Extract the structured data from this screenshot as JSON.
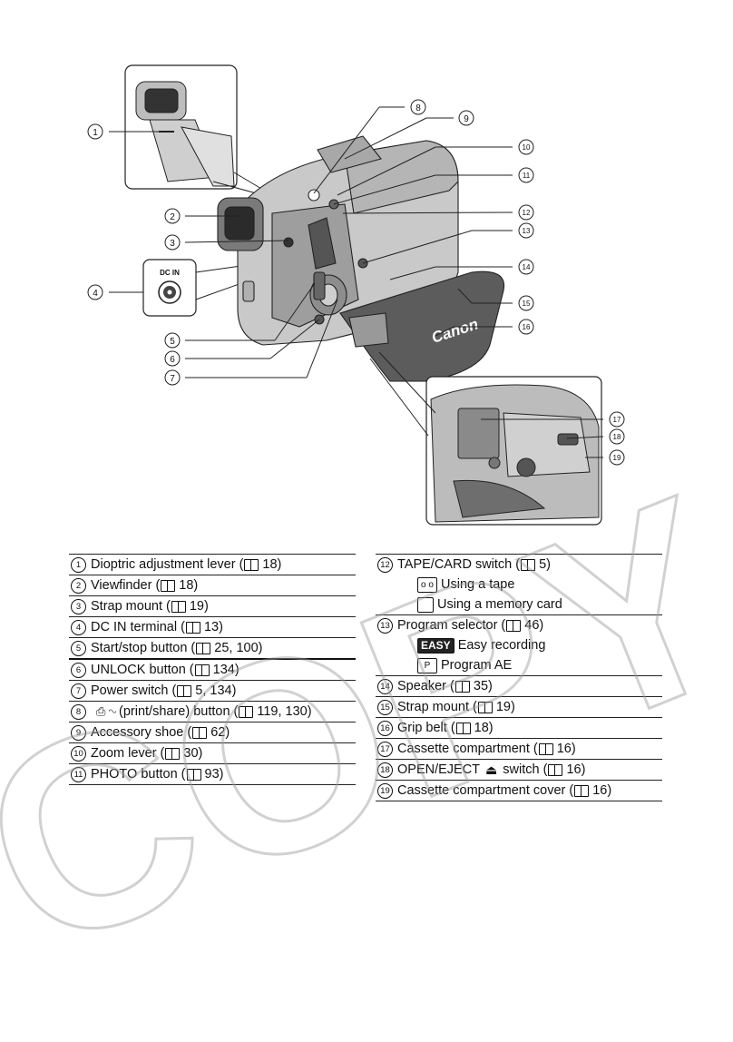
{
  "diagram": {
    "callouts": [
      {
        "num": "1"
      },
      {
        "num": "2"
      },
      {
        "num": "3"
      },
      {
        "num": "4"
      },
      {
        "num": "5"
      },
      {
        "num": "6"
      },
      {
        "num": "7"
      },
      {
        "num": "8"
      },
      {
        "num": "9"
      },
      {
        "num": "10"
      },
      {
        "num": "11"
      },
      {
        "num": "12"
      },
      {
        "num": "13"
      },
      {
        "num": "14"
      },
      {
        "num": "15"
      },
      {
        "num": "16"
      },
      {
        "num": "17"
      },
      {
        "num": "18"
      },
      {
        "num": "19"
      }
    ],
    "dc_in_label": "DC IN",
    "brand_label": "Canon"
  },
  "legend_left": [
    {
      "num": "1",
      "text": "Dioptric adjustment lever (",
      "ref": " 18)"
    },
    {
      "num": "2",
      "text": "Viewfinder (",
      "ref": " 18)"
    },
    {
      "num": "3",
      "text": "Strap mount (",
      "ref": " 19)"
    },
    {
      "num": "4",
      "text": "DC IN terminal (",
      "ref": " 13)"
    },
    {
      "num": "5",
      "text": "Start/stop button (",
      "ref": " 25, 100)"
    },
    {
      "num": "6",
      "text": "UNLOCK button (",
      "ref": " 134)"
    },
    {
      "num": "7",
      "text": "Power switch (",
      "ref": " 5, 134)"
    },
    {
      "num": "8",
      "text": "(print/share) button (",
      "ref": " 119, 130)"
    },
    {
      "num": "9",
      "text": "Accessory shoe (",
      "ref": " 62)"
    },
    {
      "num": "10",
      "text": "Zoom lever (",
      "ref": " 30)"
    },
    {
      "num": "11",
      "text": "PHOTO button (",
      "ref": " 93)"
    }
  ],
  "legend_right": {
    "tape_card": {
      "num": "12",
      "text": "TAPE/CARD switch (",
      "ref": " 5)"
    },
    "tape_card_sub": [
      {
        "icon": "o o",
        "text": "Using a tape"
      },
      {
        "icon": "",
        "text": "Using a memory card"
      }
    ],
    "program": {
      "num": "13",
      "text": "Program selector (",
      "ref": " 46)"
    },
    "program_sub": [
      {
        "icon": "EASY",
        "text": "Easy recording"
      },
      {
        "icon": "P",
        "text": "Program AE"
      }
    ],
    "rest": [
      {
        "num": "14",
        "text": "Speaker (",
        "ref": " 35)"
      },
      {
        "num": "15",
        "text": "Strap mount (",
        "ref": " 19)"
      },
      {
        "num": "16",
        "text": "Grip belt (",
        "ref": " 18)"
      },
      {
        "num": "17",
        "text": "Cassette compartment (",
        "ref": " 16)"
      },
      {
        "num": "18",
        "text": "OPEN/EJECT",
        "text2": "switch (",
        "ref": " 16)"
      },
      {
        "num": "19",
        "text": "Cassette compartment cover (",
        "ref": " 16)"
      }
    ]
  },
  "watermark": "COPY"
}
